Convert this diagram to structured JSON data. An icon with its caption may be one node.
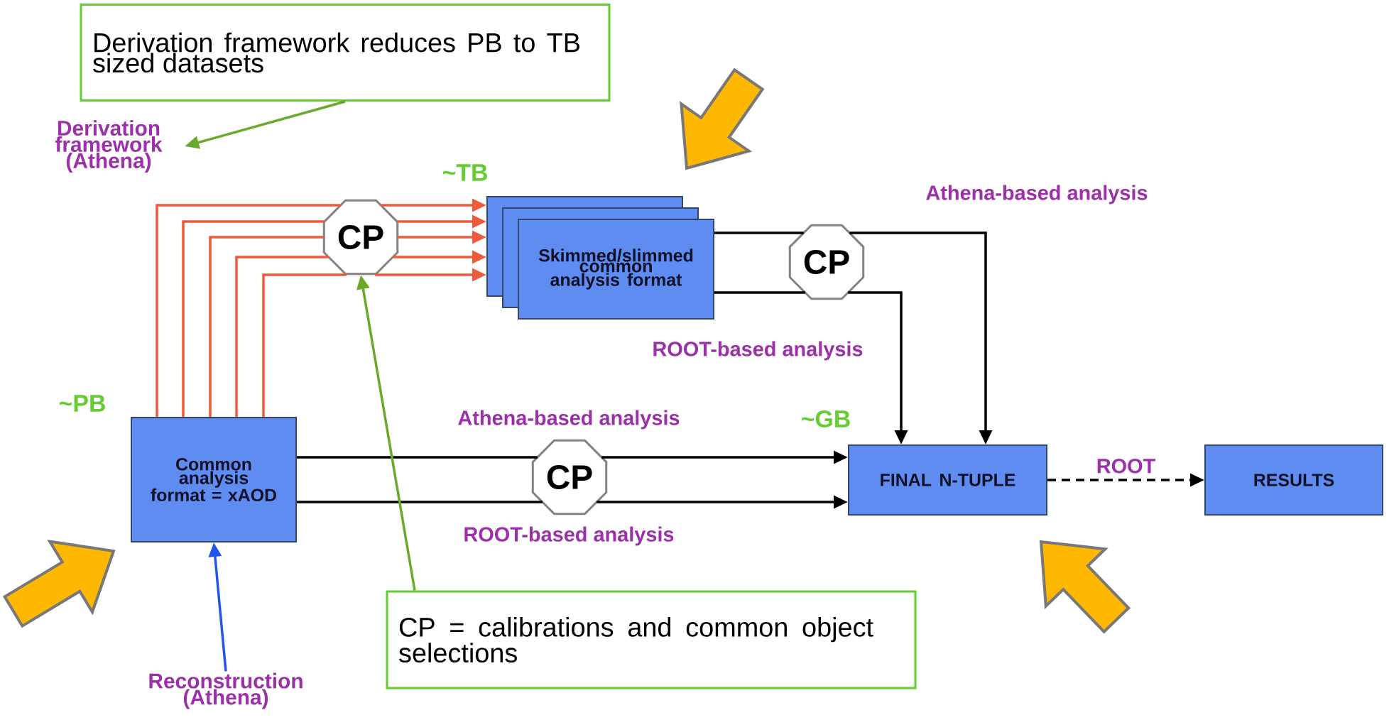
{
  "diagram": {
    "nodes": [
      {
        "text": [
          "Derivation framework reduces PB to TB sized datasets"
        ]
      },
      {
        "text": [
          "Derivation framework (Athena)"
        ]
      },
      {
        "text": [
          "Skimmed/slimmed common analysis format"
        ]
      },
      {
        "text": [
          "CP"
        ]
      },
      {
        "text": [
          "CP"
        ]
      },
      {
        "text": [
          "Common analysis format = xAOD"
        ]
      },
      {
        "text": [
          "CP"
        ]
      },
      {
        "text": [
          "FINAL N-TUPLE"
        ]
      },
      {
        "text": [
          "RESULTS"
        ]
      },
      {
        "text": [
          "Reconstruction (Athena)"
        ]
      },
      {
        "text": [
          "CP = calibrations and common object selections"
        ]
      }
    ],
    "edges": [
      {
        "from": 5,
        "to": 3,
        "arrow": "none",
        "color": "#ee5a3c"
      },
      {
        "from": 5,
        "to": 3,
        "arrow": "none",
        "color": "#ee5a3c"
      },
      {
        "from": 5,
        "to": 3,
        "arrow": "none",
        "color": "#ee5a3c"
      },
      {
        "from": 5,
        "to": 3,
        "arrow": "none",
        "color": "#ee5a3c"
      },
      {
        "from": 5,
        "to": 3,
        "arrow": "none",
        "color": "#ee5a3c"
      },
      {
        "from": 3,
        "to": 2,
        "arrow": "to",
        "color": "#ee5a3c"
      },
      {
        "from": 3,
        "to": 2,
        "arrow": "to",
        "color": "#ee5a3c"
      },
      {
        "from": 3,
        "to": 2,
        "arrow": "to",
        "color": "#ee5a3c"
      },
      {
        "from": 3,
        "to": 2,
        "arrow": "to",
        "color": "#ee5a3c"
      },
      {
        "from": 3,
        "to": 2,
        "arrow": "to",
        "color": "#ee5a3c"
      },
      {
        "from": 2,
        "to": 4,
        "arrow": "none",
        "color": "#000000"
      },
      {
        "from": 2,
        "to": 4,
        "arrow": "none",
        "color": "#000000"
      },
      {
        "from": 4,
        "to": 7,
        "arrow": "to",
        "color": "#000000"
      },
      {
        "from": 4,
        "to": 7,
        "arrow": "to",
        "color": "#000000"
      },
      {
        "from": 5,
        "to": 6,
        "arrow": "none",
        "color": "#000000"
      },
      {
        "from": 5,
        "to": 6,
        "arrow": "none",
        "color": "#000000"
      },
      {
        "from": 6,
        "to": 7,
        "arrow": "to",
        "color": "#000000"
      },
      {
        "from": 6,
        "to": 7,
        "arrow": "to",
        "color": "#000000"
      },
      {
        "from": 7,
        "to": 8,
        "arrow": "to",
        "style": "dashed",
        "label": "ROOT",
        "color": "#000000"
      },
      {
        "from": 9,
        "to": 5,
        "arrow": "to",
        "color": "#2255ee"
      },
      {
        "from": 0,
        "to": 1,
        "arrow": "to",
        "color": "#6aaa2a"
      },
      {
        "from": 10,
        "to": 3,
        "arrow": "to",
        "color": "#6aaa2a"
      }
    ],
    "labels": [
      "~TB",
      "Athena-based analysis",
      "ROOT-based analysis",
      "~PB",
      "~GB",
      "Athena-based analysis",
      "ROOT-based analysis"
    ]
  }
}
